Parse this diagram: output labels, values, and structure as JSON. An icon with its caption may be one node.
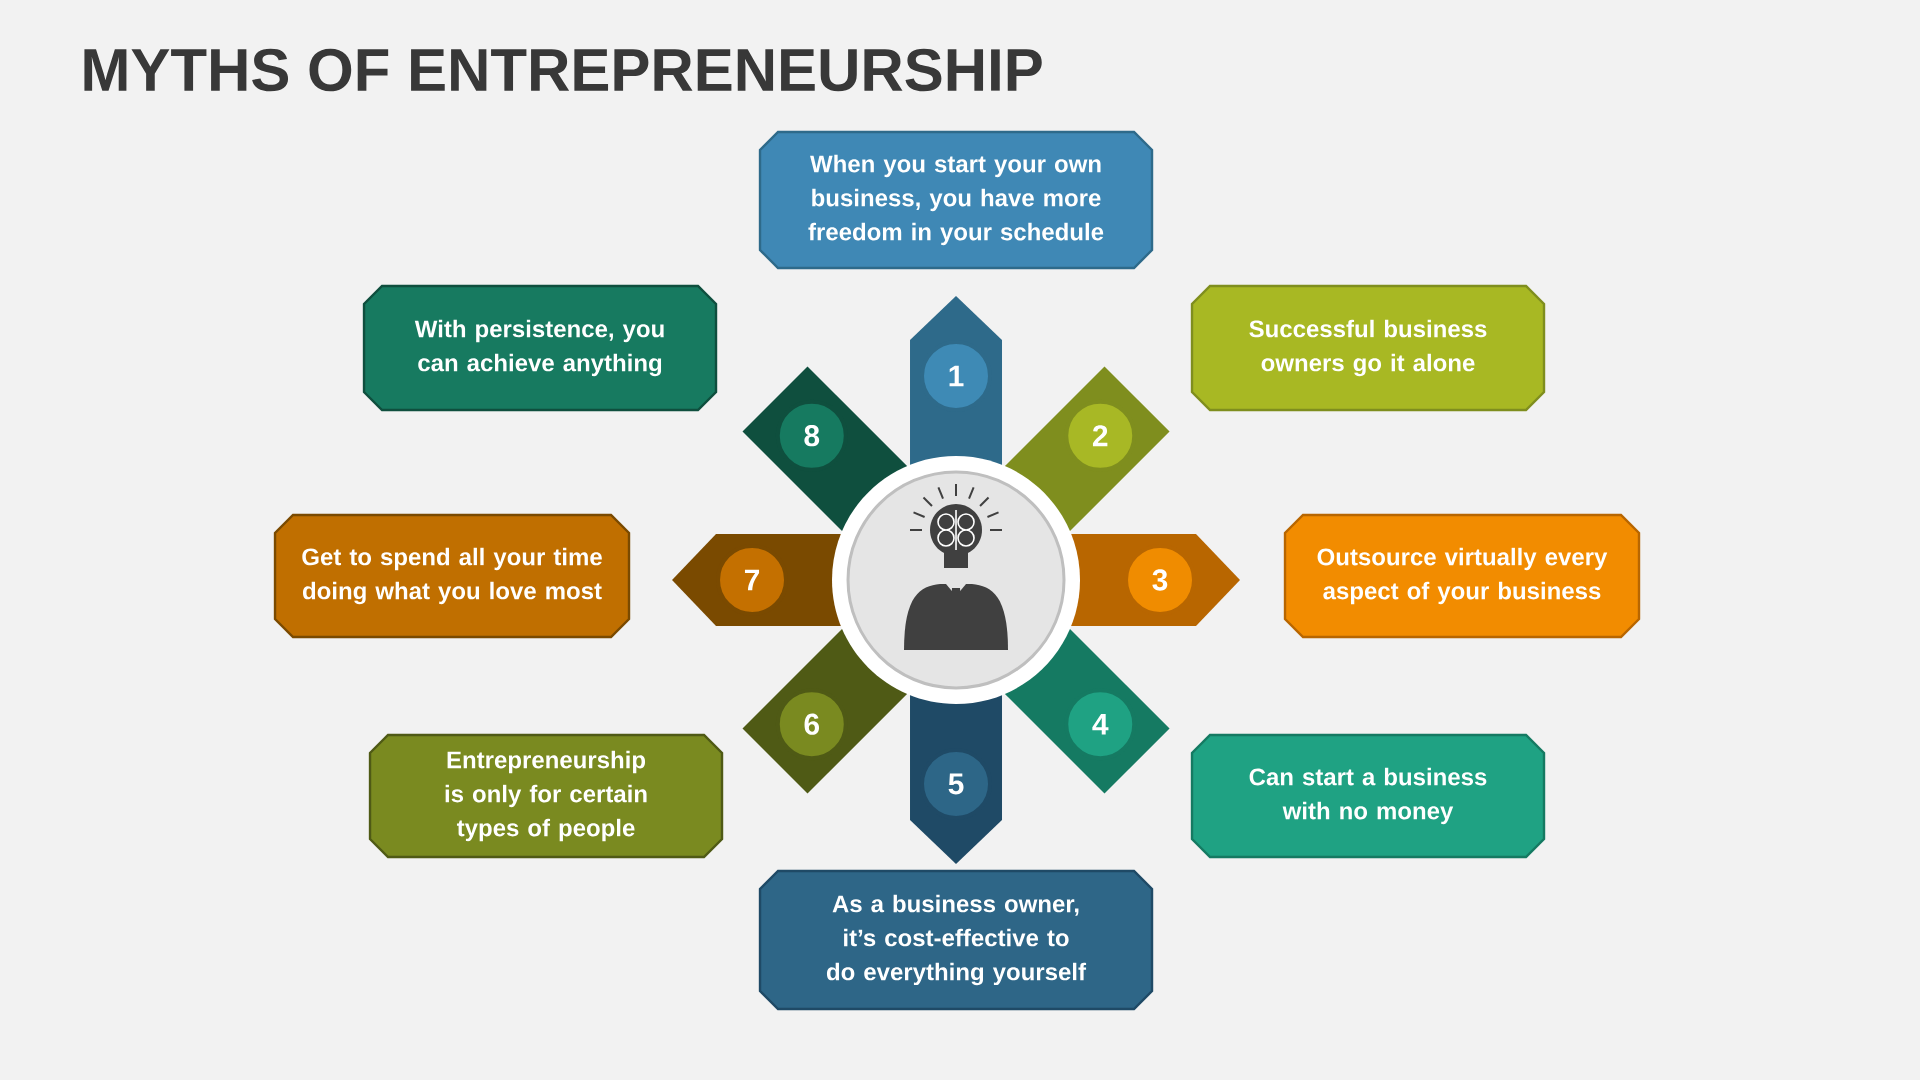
{
  "diagram": {
    "title": "MYTHS OF ENTREPRENEURSHIP",
    "nodes": [
      {
        "text": [
          "1"
        ]
      },
      {
        "text": [
          "2"
        ]
      },
      {
        "text": [
          "3"
        ]
      },
      {
        "text": [
          "4"
        ]
      },
      {
        "text": [
          "5"
        ]
      },
      {
        "text": [
          "6"
        ]
      },
      {
        "text": [
          "7"
        ]
      },
      {
        "text": [
          "8"
        ]
      },
      {
        "text": [
          "When you start your own business, you have more freedom in your schedule"
        ]
      },
      {
        "text": [
          "Successful business owners go it alone"
        ]
      },
      {
        "text": [
          "Outsource virtually every aspect of your business"
        ]
      },
      {
        "text": [
          "Can start a business with no money"
        ]
      },
      {
        "text": [
          "As a business owner, it’s cost-effective to do everything yourself"
        ]
      },
      {
        "text": [
          "Entrepreneurship is only for certain types of people"
        ]
      },
      {
        "text": [
          "Get to spend all your time doing what you love most"
        ]
      },
      {
        "text": [
          "With persistence, you can achieve anything"
        ]
      }
    ],
    "edges": []
  }
}
